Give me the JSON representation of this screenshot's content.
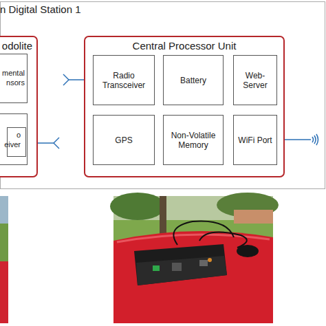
{
  "diagram": {
    "title": "n Digital Station 1",
    "nodes": [
      {
        "text": [
          "odolite"
        ]
      },
      {
        "text": [
          "mental nsors"
        ],
        "in": 0
      },
      {
        "text": [
          "o eiver"
        ],
        "in": 0
      },
      {
        "text": [
          "Central Processor Unit"
        ]
      },
      {
        "text": [
          "Radio Transceiver"
        ],
        "in": 3
      },
      {
        "text": [
          "Battery"
        ],
        "in": 3
      },
      {
        "text": [
          "Web-Server"
        ],
        "in": 3
      },
      {
        "text": [
          "GPS"
        ],
        "in": 3
      },
      {
        "text": [
          "Non-Volatile Memory"
        ],
        "in": 3
      },
      {
        "text": [
          "WiFi Port"
        ],
        "in": 3
      }
    ]
  }
}
